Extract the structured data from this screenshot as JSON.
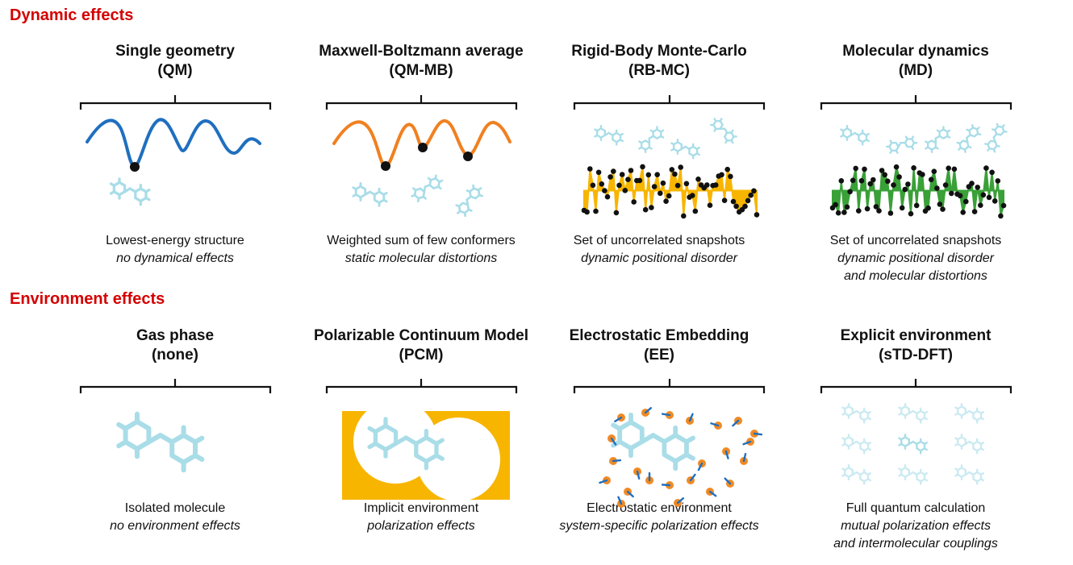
{
  "sections": {
    "dynamic": "Dynamic effects",
    "environment": "Environment effects"
  },
  "dynamic_panels": [
    {
      "title": "Single geometry",
      "abbr": "(QM)",
      "caption": "Lowest-energy structure",
      "note": "no dynamical effects",
      "note2": ""
    },
    {
      "title": "Maxwell-Boltzmann average",
      "abbr": "(QM-MB)",
      "caption": "Weighted sum of few conformers",
      "note": "static molecular distortions",
      "note2": ""
    },
    {
      "title": "Rigid-Body Monte-Carlo",
      "abbr": "(RB-MC)",
      "caption": "Set of uncorrelated snapshots",
      "note": "dynamic positional disorder",
      "note2": ""
    },
    {
      "title": "Molecular dynamics",
      "abbr": "(MD)",
      "caption": "Set of uncorrelated snapshots",
      "note": "dynamic positional disorder",
      "note2": "and molecular distortions"
    }
  ],
  "environment_panels": [
    {
      "title": "Gas phase",
      "abbr": "(none)",
      "caption": "Isolated molecule",
      "note": "no environment effects",
      "note2": ""
    },
    {
      "title": "Polarizable Continuum Model",
      "abbr": "(PCM)",
      "caption": "Implicit environment",
      "note": "polarization effects",
      "note2": ""
    },
    {
      "title": "Electrostatic Embedding",
      "abbr": "(EE)",
      "caption": "Electrostatic environment",
      "note": "system-specific polarization effects",
      "note2": ""
    },
    {
      "title": "Explicit environment",
      "abbr": "(sTD-DFT)",
      "caption": "Full quantum calculation",
      "note": "mutual polarization effects",
      "note2": "and intermolecular couplings"
    }
  ],
  "colors": {
    "heading": "#d40000",
    "qm_curve": "#1f6fbf",
    "mb_curve": "#f08020",
    "rbmc_fill": "#f7b500",
    "md_fill": "#3aa038",
    "pcm_box": "#f7b500",
    "molecule": "#a9dde8",
    "charge_orange": "#f08a24",
    "charge_arrow": "#1f6fbf"
  }
}
